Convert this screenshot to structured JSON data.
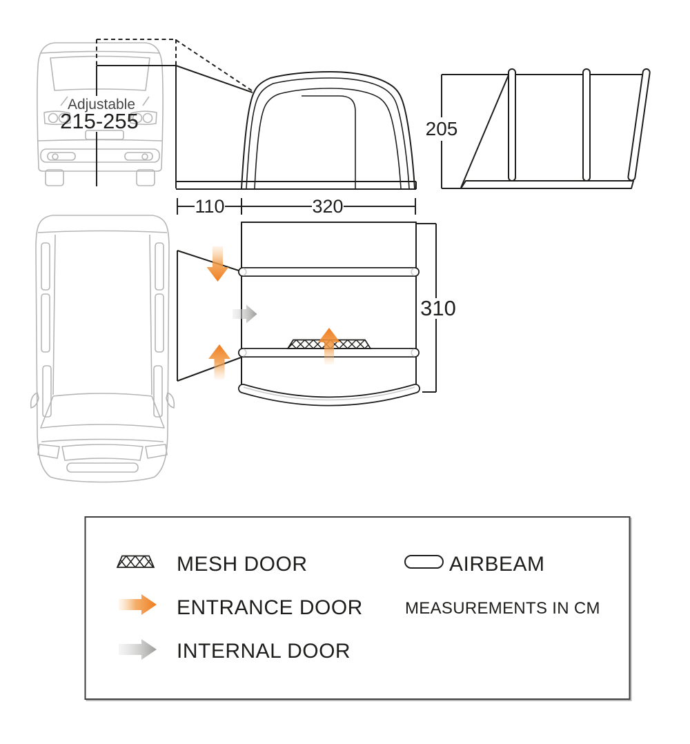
{
  "vehicle": {
    "adjustable_label": "Adjustable",
    "adjustable_range": "215-255"
  },
  "dimensions": {
    "height_cm": "205",
    "connection_depth_cm": "110",
    "awning_width_cm": "320",
    "awning_depth_cm": "310"
  },
  "legend": {
    "items": [
      {
        "id": "mesh-door",
        "label": "MESH DOOR"
      },
      {
        "id": "entrance-door",
        "label": "ENTRANCE DOOR"
      },
      {
        "id": "internal-door",
        "label": "INTERNAL DOOR"
      },
      {
        "id": "airbeam",
        "label": "AIRBEAM"
      }
    ],
    "note": "MEASUREMENTS IN CM"
  },
  "colors": {
    "line": "#1d1d1b",
    "vehicle_outline": "#b5b5b5",
    "entrance_door_accent": "#ee7c1f",
    "internal_door_accent": "#9b9b9a"
  }
}
